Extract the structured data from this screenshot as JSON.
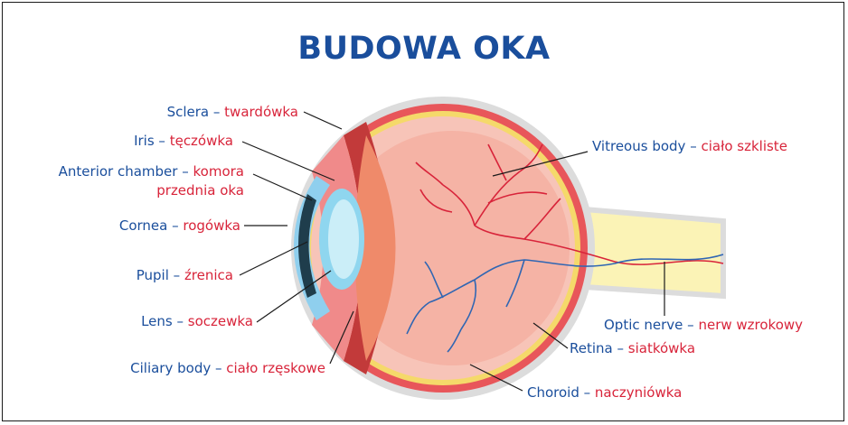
{
  "title": "BUDOWA OKA",
  "colors": {
    "english": "#1a4e9c",
    "polish": "#d8243a",
    "outer": "#dcdcdc",
    "sclera": "#e8565a",
    "eyeball": "#f7c4b8",
    "vitreous": "#f5b3a5",
    "lens": "#c9ecf7",
    "cornea": "#8fcfee",
    "optic_nerve": "#fbf3b6",
    "artery": "#d8243a",
    "vein": "#2f66b3"
  },
  "labels": [
    {
      "en": "Sclera",
      "sep": " – ",
      "pl": "twardówka"
    },
    {
      "en": "Iris",
      "sep": " – ",
      "pl": "tęczówka"
    },
    {
      "en": "Anterior chamber",
      "sep": " – ",
      "pl": "komora",
      "pl2": "przednia oka"
    },
    {
      "en": "Cornea",
      "sep": " – ",
      "pl": "rogówka"
    },
    {
      "en": "Pupil",
      "sep": " – ",
      "pl": "źrenica"
    },
    {
      "en": "Lens",
      "sep": " – ",
      "pl": "soczewka"
    },
    {
      "en": "Ciliary body",
      "sep": " – ",
      "pl": "ciało rzęskowe"
    },
    {
      "en": "Vitreous body",
      "sep": " – ",
      "pl": "ciało szkliste"
    },
    {
      "en": "Optic nerve",
      "sep": " – ",
      "pl": "nerw wzrokowy"
    },
    {
      "en": "Retina",
      "sep": " – ",
      "pl": "siatkówka"
    },
    {
      "en": "Choroid",
      "sep": " – ",
      "pl": "naczyniówka"
    }
  ]
}
